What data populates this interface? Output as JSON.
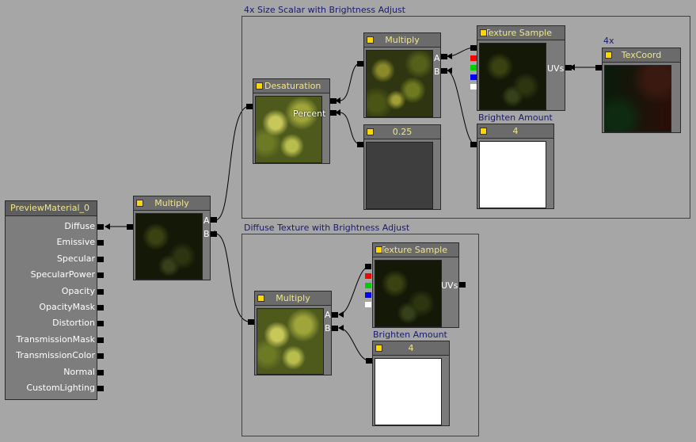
{
  "groups": {
    "top_title": "4x Size Scalar with Brightness Adjust",
    "bottom_title": "Diffuse Texture with Brightness Adjust"
  },
  "material": {
    "title": "PreviewMaterial_0",
    "inputs": [
      "Diffuse",
      "Emissive",
      "Specular",
      "SpecularPower",
      "Opacity",
      "OpacityMask",
      "Distortion",
      "TransmissionMask",
      "TransmissionColor",
      "Normal",
      "CustomLighting"
    ]
  },
  "nodes": {
    "multiply_main": {
      "title": "Multiply",
      "pin_a": "A",
      "pin_b": "B"
    },
    "desaturation": {
      "title": "Desaturation",
      "pin_percent": "Percent"
    },
    "multiply_top": {
      "title": "Multiply",
      "pin_a": "A",
      "pin_b": "B"
    },
    "const_025": {
      "title": "0.25"
    },
    "texsample_top": {
      "title": "Texture Sample",
      "pin_uvs": "UVs"
    },
    "brighten_top": {
      "caption": "Brighten Amount",
      "title": "4"
    },
    "texcoord": {
      "caption": "4x",
      "title": "TexCoord"
    },
    "multiply_bottom": {
      "title": "Multiply",
      "pin_a": "A",
      "pin_b": "B"
    },
    "texsample_bottom": {
      "title": "Texture Sample",
      "pin_uvs": "UVs"
    },
    "brighten_bottom": {
      "caption": "Brighten Amount",
      "title": "4"
    }
  },
  "colors": {
    "canvas": "#a6a6a6",
    "node_title_text": "#f0e68c",
    "comment_text": "#1a1a6e",
    "channel_r": "#ff0000",
    "channel_g": "#00cc00",
    "channel_b": "#0000ff",
    "channel_a": "#ffffff"
  }
}
